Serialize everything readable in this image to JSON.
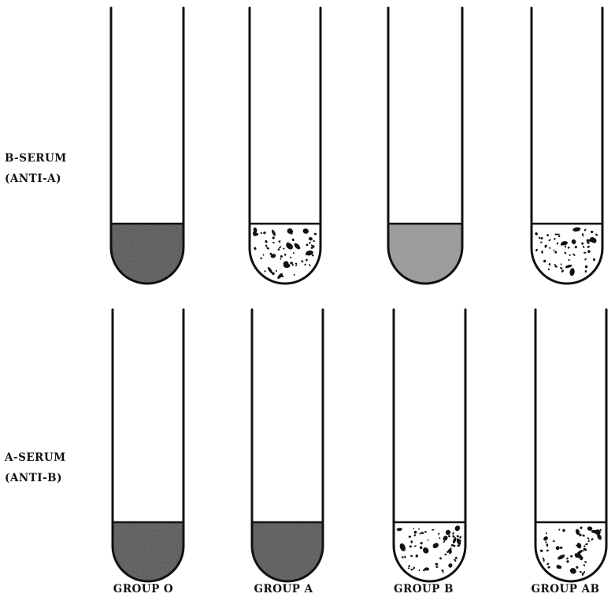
{
  "rows": [
    {
      "line1": "B-SERUM",
      "line2": "(ANTI-A)",
      "results": [
        "clear",
        "agglutinated",
        "clear-light",
        "agglutinated"
      ]
    },
    {
      "line1": "A-SERUM",
      "line2": "(ANTI-B)",
      "results": [
        "clear",
        "clear",
        "agglutinated",
        "agglutinated"
      ]
    }
  ],
  "columns": [
    "GROUP O",
    "GROUP A",
    "GROUP B",
    "GROUP AB"
  ],
  "colors": {
    "ink": "#111111",
    "shade_dark": "#555555",
    "shade_light": "#9a9a9a",
    "background": "#ffffff"
  }
}
